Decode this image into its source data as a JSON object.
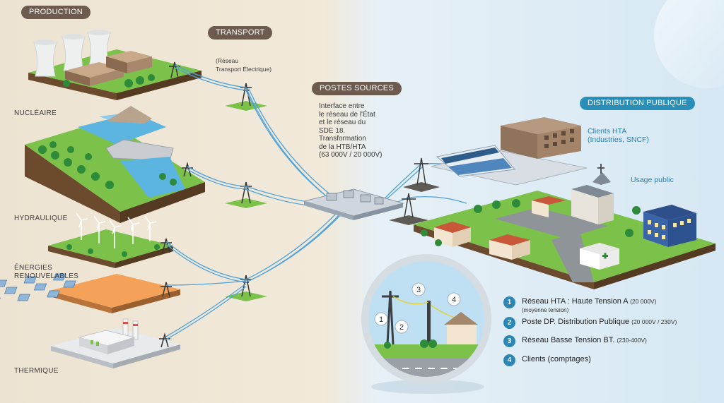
{
  "sections": {
    "production": "PRODUCTION",
    "transport": "TRANSPORT",
    "postes_sources": "POSTES SOURCES",
    "distribution": "DISTRIBUTION PUBLIQUE"
  },
  "transport_note": [
    "(Réseau",
    "Transport Électrique)"
  ],
  "sources": {
    "nucleaire": "NUCLÉAIRE",
    "hydraulique": "HYDRAULIQUE",
    "renouvelables": [
      "ÉNERGIES",
      "RENOUVELABLES"
    ],
    "thermique": "THERMIQUE"
  },
  "postes_desc": [
    "Interface entre",
    "le réseau de l'État",
    "et le réseau du",
    "SDE 18.",
    "Transformation",
    "de la HTB/HTA",
    "(63 000V / 20 000V)"
  ],
  "clients_hta": [
    "Clients HTA",
    "(Industries, SNCF)"
  ],
  "usage_public": "Usage public",
  "legend": [
    {
      "num": "1",
      "text": "Réseau HTA : Haute Tension A",
      "small": "(20 000V)",
      "sub": "(moyenne tension)"
    },
    {
      "num": "2",
      "text": "Poste DP. Distribution Publique",
      "small": "(20 000V / 230V)",
      "sub": ""
    },
    {
      "num": "3",
      "text": "Réseau Basse Tension BT.",
      "small": "(230-400V)",
      "sub": ""
    },
    {
      "num": "4",
      "text": "Clients (comptages)",
      "small": "",
      "sub": ""
    }
  ],
  "callouts": [
    "1",
    "2",
    "3",
    "4"
  ],
  "colors": {
    "grass": "#7cc24a",
    "earth": "#6b4a2e",
    "line": "#4fa3da",
    "pill_brown": "#6e5b4f",
    "pill_blue": "#2a8fb8",
    "legend_blue": "#2a86b5"
  }
}
